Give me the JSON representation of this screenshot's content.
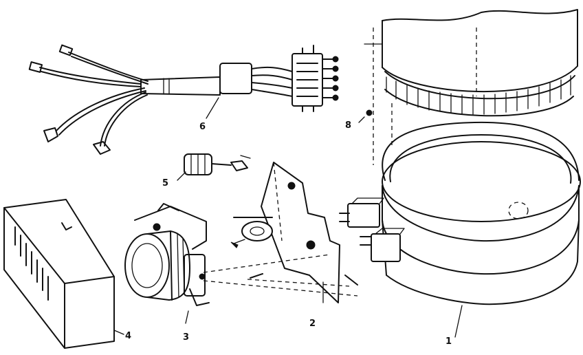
{
  "callouts": {
    "c1": "1",
    "c2": "2",
    "c3": "3",
    "c4": "4",
    "c5": "5",
    "c6": "6",
    "c8": "8"
  }
}
